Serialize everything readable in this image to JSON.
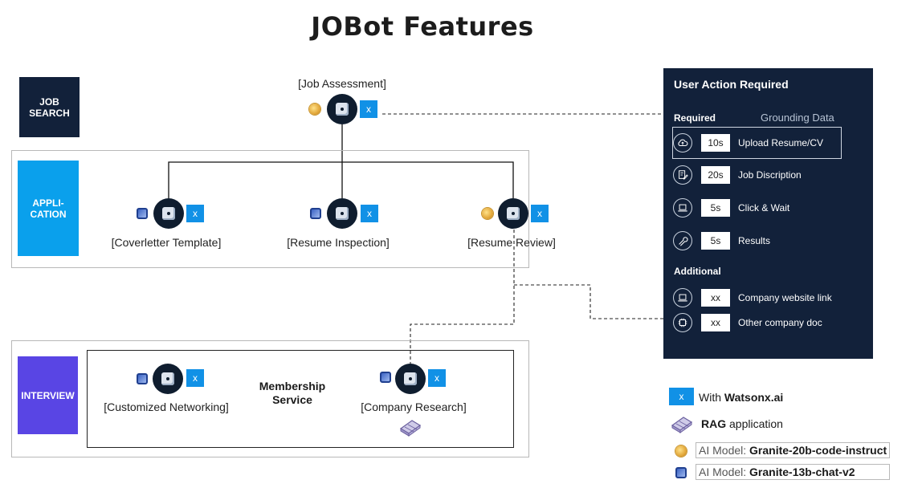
{
  "title": "JOBot Features",
  "stages": {
    "job_search": "JOB\nSEARCH",
    "application": "APPLI-\nCATION",
    "interview": "INTERVIEW"
  },
  "colors": {
    "dark_navy": "#12213a",
    "application_blue": "#0aa0ec",
    "interview_purple": "#5945e4",
    "watsonx_blue": "#1191e6"
  },
  "nodes": {
    "job_assessment": {
      "label": "[Job Assessment]",
      "badge": "x",
      "model": "gold"
    },
    "coverletter": {
      "label": "[Coverletter Template]",
      "badge": "x",
      "model": "chip"
    },
    "resume_inspection": {
      "label": "[Resume Inspection]",
      "badge": "x",
      "model": "chip"
    },
    "resume_review": {
      "label": "[Resume Review]",
      "badge": "x",
      "model": "gold"
    },
    "customized_networking": {
      "label": "[Customized Networking]",
      "badge": "x",
      "model": "chip"
    },
    "company_research": {
      "label": "[Company Research]",
      "badge": "x",
      "model": "chip"
    }
  },
  "membership": "Membership\nService",
  "panel": {
    "title": "User Action Required",
    "required_label": "Required",
    "grounding_label": "Grounding Data",
    "additional_label": "Additional",
    "required": [
      {
        "icon": "cloud-upload-icon",
        "time": "10s",
        "text": "Upload Resume/CV"
      },
      {
        "icon": "document-pen-icon",
        "time": "20s",
        "text": "Job Discription"
      },
      {
        "icon": "laptop-icon",
        "time": "5s",
        "text": "Click & Wait"
      },
      {
        "icon": "wrench-icon",
        "time": "5s",
        "text": "Results"
      }
    ],
    "additional": [
      {
        "icon": "laptop-icon",
        "time": "xx",
        "text": "Company website link"
      },
      {
        "icon": "chip-icon",
        "time": "xx",
        "text": "Other company doc"
      }
    ]
  },
  "legend": {
    "watsonx_badge": "x",
    "watsonx_prefix": "With ",
    "watsonx_name": "Watsonx.ai",
    "rag_bold": "RAG",
    "rag_rest": " application",
    "model1_prefix": "AI Model: ",
    "model1_name": "Granite-20b-code-instruct",
    "model2_prefix": "AI Model: ",
    "model2_name": "Granite-13b-chat-v2"
  }
}
